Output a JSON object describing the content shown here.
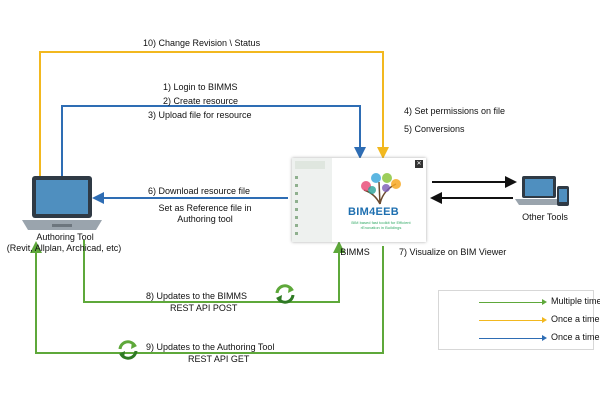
{
  "labels": {
    "change_revision": "10) Change Revision \\ Status",
    "login": "1) Login to BIMMS",
    "create_resource": "2) Create resource",
    "upload_file": "3) Upload file for resource",
    "set_permissions": "4) Set permissions on file",
    "conversions": "5) Conversions",
    "download": "6) Download resource file",
    "set_reference_1": "Set as Reference file in",
    "set_reference_2": "Authoring tool",
    "visualize": "7) Visualize on BIM Viewer",
    "updates_bimms": "8) Updates to the  BIMMS",
    "rest_post": "REST API POST",
    "updates_authoring": "9) Updates to the Authoring Tool",
    "rest_get": "REST API GET"
  },
  "nodes": {
    "authoring_tool": "Authoring Tool",
    "authoring_tool_sub": "(Revit, Allplan, Archicad, etc)",
    "bimms": "BIMMS",
    "other_tools": "Other Tools"
  },
  "screenshot": {
    "brand": "BIM4EEB",
    "tagline": "BIM based fast toolkit for Efficient rEnovation in Buildings"
  },
  "legend": [
    {
      "label": "Multiple times",
      "color": "#5ea83a"
    },
    {
      "label": "Once a time",
      "color": "#f2b81f"
    },
    {
      "label": "Once a time",
      "color": "#2e6db4"
    }
  ],
  "colors": {
    "green": "#5ea83a",
    "yellow": "#f2b81f",
    "blue": "#2e6db4",
    "black": "#111111"
  }
}
